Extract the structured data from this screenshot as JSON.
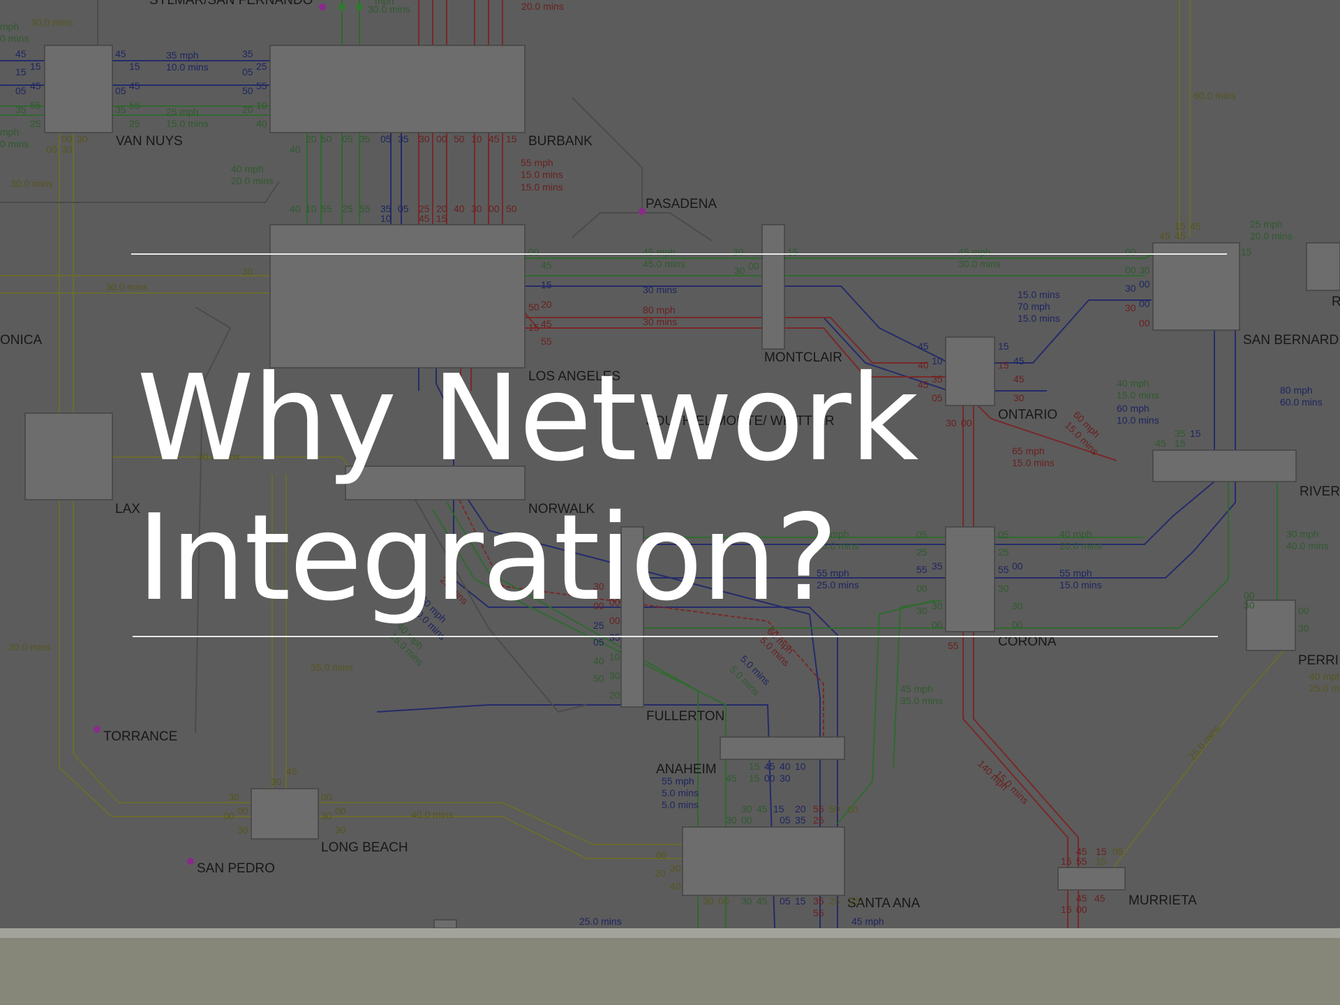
{
  "slide": {
    "title_line1": "Why Network",
    "title_line2": "Integration?"
  },
  "map": {
    "stations": [
      {
        "id": "sylmar",
        "label": "SYLMAR/SAN FERNANDO"
      },
      {
        "id": "van-nuys",
        "label": "VAN NUYS"
      },
      {
        "id": "burbank",
        "label": "BURBANK"
      },
      {
        "id": "pasadena",
        "label": "PASADENA"
      },
      {
        "id": "los-angeles",
        "label": "LOS ANGELES"
      },
      {
        "id": "montclair",
        "label": "MONTCLAIR"
      },
      {
        "id": "ontario",
        "label": "ONTARIO"
      },
      {
        "id": "san-bernardino",
        "label": "SAN BERNARD"
      },
      {
        "id": "riverside",
        "label": "RIVER"
      },
      {
        "id": "south-el-monte",
        "label": "SOUTH EL MONTE/ WHITTIER"
      },
      {
        "id": "norwalk",
        "label": "NORWALK"
      },
      {
        "id": "lax",
        "label": "LAX"
      },
      {
        "id": "santa-monica",
        "label": "ONICA"
      },
      {
        "id": "torrance",
        "label": "TORRANCE"
      },
      {
        "id": "long-beach",
        "label": "LONG BEACH"
      },
      {
        "id": "san-pedro",
        "label": "SAN PEDRO"
      },
      {
        "id": "fullerton",
        "label": "FULLERTON"
      },
      {
        "id": "anaheim",
        "label": "ANAHEIM"
      },
      {
        "id": "santa-ana",
        "label": "SANTA ANA"
      },
      {
        "id": "corona",
        "label": "CORONA"
      },
      {
        "id": "perris",
        "label": "PERRI"
      },
      {
        "id": "murrieta",
        "label": "MURRIETA"
      },
      {
        "id": "r-edge",
        "label": "R"
      }
    ],
    "annotations": [
      {
        "id": "a1",
        "text": "30.0 mins"
      },
      {
        "id": "a2",
        "text": "20.0 mins"
      },
      {
        "id": "a3",
        "text": "35 mph"
      },
      {
        "id": "a4",
        "text": "10.0 mins"
      },
      {
        "id": "a5",
        "text": "25 mph"
      },
      {
        "id": "a6",
        "text": "15.0 mins"
      },
      {
        "id": "a7",
        "text": "40 mph"
      },
      {
        "id": "a8",
        "text": "20.0  mins"
      },
      {
        "id": "a9",
        "text": "30.0 mins"
      },
      {
        "id": "a10",
        "text": "55 mph"
      },
      {
        "id": "a11",
        "text": "15.0 mins"
      },
      {
        "id": "a12",
        "text": "15.0 mins"
      },
      {
        "id": "a13",
        "text": "60.0 mins"
      },
      {
        "id": "a14",
        "text": "25 mph"
      },
      {
        "id": "a15",
        "text": "20.0 mins"
      },
      {
        "id": "a16",
        "text": "45 mph"
      },
      {
        "id": "a17",
        "text": "45.0 mins"
      },
      {
        "id": "a18",
        "text": "45 mph"
      },
      {
        "id": "a19",
        "text": "30.0 mins"
      },
      {
        "id": "a20",
        "text": "30.0 mins"
      },
      {
        "id": "a21",
        "text": "30 mins"
      },
      {
        "id": "a22",
        "text": "80 mph"
      },
      {
        "id": "a23",
        "text": "30 mins"
      },
      {
        "id": "a24",
        "text": "15.0 mins"
      },
      {
        "id": "a25",
        "text": "70 mph"
      },
      {
        "id": "a26",
        "text": "15.0 mins"
      },
      {
        "id": "a27",
        "text": "40 mph"
      },
      {
        "id": "a28",
        "text": "15.0 mins"
      },
      {
        "id": "a29",
        "text": "60 mph"
      },
      {
        "id": "a30",
        "text": "10.0 mins"
      },
      {
        "id": "a31",
        "text": "80 mph"
      },
      {
        "id": "a32",
        "text": "60.0 mins"
      },
      {
        "id": "a33",
        "text": "65 mph"
      },
      {
        "id": "a34",
        "text": "15.0 mins"
      },
      {
        "id": "a35",
        "text": "30.0 mins"
      },
      {
        "id": "a36",
        "text": "55 mph"
      },
      {
        "id": "a37",
        "text": "25.0 mins"
      },
      {
        "id": "a38",
        "text": "40 mph"
      },
      {
        "id": "a39",
        "text": "20.0 mins"
      },
      {
        "id": "a40",
        "text": "55 mph"
      },
      {
        "id": "a41",
        "text": "25.0 mins"
      },
      {
        "id": "a42",
        "text": "55 mph"
      },
      {
        "id": "a43",
        "text": "15.0 mins"
      },
      {
        "id": "a44",
        "text": "30 mph"
      },
      {
        "id": "a45",
        "text": "40.0 mins"
      },
      {
        "id": "a46",
        "text": "30.0 mins"
      },
      {
        "id": "a47",
        "text": "35.0 mins"
      },
      {
        "id": "a48",
        "text": "45 mph"
      },
      {
        "id": "a49",
        "text": "35.0 mins"
      },
      {
        "id": "a50",
        "text": "55 mph"
      },
      {
        "id": "a51",
        "text": "5.0 mins"
      },
      {
        "id": "a52",
        "text": "5.0 mins"
      },
      {
        "id": "a53",
        "text": "40.0 mins"
      },
      {
        "id": "a54",
        "text": "45 mph"
      },
      {
        "id": "a55",
        "text": "40 mph"
      },
      {
        "id": "a56",
        "text": "25.0 mins"
      },
      {
        "id": "a57",
        "text": "25.0 mins"
      },
      {
        "id": "a58",
        "text": "140 mph"
      },
      {
        "id": "a59",
        "text": "15.0 mins"
      },
      {
        "id": "a60",
        "text": "60 mph"
      },
      {
        "id": "a61",
        "text": "15.0 mins"
      },
      {
        "id": "a62",
        "text": "60 mph"
      },
      {
        "id": "a63",
        "text": "5.0 mins"
      },
      {
        "id": "a64",
        "text": "5.0 mins"
      },
      {
        "id": "a65",
        "text": "5.0 mins"
      },
      {
        "id": "a66",
        "text": "20 mins"
      },
      {
        "id": "a67",
        "text": "60 mph"
      },
      {
        "id": "a68",
        "text": "10.0 mins"
      },
      {
        "id": "a69",
        "text": "40 mph"
      },
      {
        "id": "a70",
        "text": "15.0 mins"
      },
      {
        "id": "a71",
        "text": "30.0 mins"
      },
      {
        "id": "a72",
        "text": "mph"
      },
      {
        "id": "a73",
        "text": "0 mins"
      },
      {
        "id": "a74",
        "text": "mph"
      },
      {
        "id": "a75",
        "text": "0 mins"
      },
      {
        "id": "a76",
        "text": "25.0 mins"
      },
      {
        "id": "a77",
        "text": "mph"
      }
    ],
    "minute_labels": [
      {
        "id": "m1",
        "text": "45"
      },
      {
        "id": "m2",
        "text": "15"
      },
      {
        "id": "m3",
        "text": "45"
      },
      {
        "id": "m4",
        "text": "55"
      },
      {
        "id": "m5",
        "text": "25"
      },
      {
        "id": "m6",
        "text": "15"
      },
      {
        "id": "m7",
        "text": "05"
      },
      {
        "id": "m8",
        "text": "35"
      },
      {
        "id": "m9",
        "text": "45"
      },
      {
        "id": "m10",
        "text": "15"
      },
      {
        "id": "m11",
        "text": "45"
      },
      {
        "id": "m12",
        "text": "05"
      },
      {
        "id": "m13",
        "text": "55"
      },
      {
        "id": "m14",
        "text": "35"
      },
      {
        "id": "m15",
        "text": "25"
      },
      {
        "id": "m16",
        "text": "35"
      },
      {
        "id": "m17",
        "text": "25"
      },
      {
        "id": "m18",
        "text": "05"
      },
      {
        "id": "m19",
        "text": "55"
      },
      {
        "id": "m20",
        "text": "50"
      },
      {
        "id": "m21",
        "text": "10"
      },
      {
        "id": "m22",
        "text": "20"
      },
      {
        "id": "m23",
        "text": "40"
      },
      {
        "id": "m24",
        "text": "00"
      },
      {
        "id": "m25",
        "text": "30"
      },
      {
        "id": "m26",
        "text": "00"
      },
      {
        "id": "m27",
        "text": "30"
      },
      {
        "id": "m28",
        "text": "20"
      },
      {
        "id": "m29",
        "text": "50"
      },
      {
        "id": "m30",
        "text": "05"
      },
      {
        "id": "m31",
        "text": "35"
      },
      {
        "id": "m32",
        "text": "05"
      },
      {
        "id": "m33",
        "text": "35"
      },
      {
        "id": "m34",
        "text": "40"
      },
      {
        "id": "m35",
        "text": "30"
      },
      {
        "id": "m36",
        "text": "00"
      },
      {
        "id": "m37",
        "text": "50"
      },
      {
        "id": "m38",
        "text": "10"
      },
      {
        "id": "m39",
        "text": "45"
      },
      {
        "id": "m40",
        "text": "15"
      },
      {
        "id": "m41",
        "text": "40"
      },
      {
        "id": "m42",
        "text": "10"
      },
      {
        "id": "m43",
        "text": "55"
      },
      {
        "id": "m44",
        "text": "25"
      },
      {
        "id": "m45",
        "text": "55"
      },
      {
        "id": "m46",
        "text": "35"
      },
      {
        "id": "m47",
        "text": "05"
      },
      {
        "id": "m48",
        "text": "25"
      },
      {
        "id": "m49",
        "text": "20"
      },
      {
        "id": "m50",
        "text": "40"
      },
      {
        "id": "m51",
        "text": "30"
      },
      {
        "id": "m52",
        "text": "00"
      },
      {
        "id": "m53",
        "text": "50"
      },
      {
        "id": "m54",
        "text": "10"
      },
      {
        "id": "m55",
        "text": "45"
      },
      {
        "id": "m56",
        "text": "15"
      },
      {
        "id": "m57",
        "text": "00"
      },
      {
        "id": "m58",
        "text": "30"
      },
      {
        "id": "m59",
        "text": "45"
      },
      {
        "id": "m60",
        "text": "15"
      },
      {
        "id": "m61",
        "text": "50"
      },
      {
        "id": "m62",
        "text": "20"
      },
      {
        "id": "m63",
        "text": "15"
      },
      {
        "id": "m64",
        "text": "45"
      },
      {
        "id": "m65",
        "text": "55"
      },
      {
        "id": "m66",
        "text": "30"
      },
      {
        "id": "m67",
        "text": "00"
      },
      {
        "id": "m68",
        "text": "30"
      },
      {
        "id": "m69",
        "text": "15"
      },
      {
        "id": "m70",
        "text": "45"
      },
      {
        "id": "m71",
        "text": "10"
      },
      {
        "id": "m72",
        "text": "40"
      },
      {
        "id": "m73",
        "text": "35"
      },
      {
        "id": "m74",
        "text": "45"
      },
      {
        "id": "m75",
        "text": "05"
      },
      {
        "id": "m76",
        "text": "30"
      },
      {
        "id": "m77",
        "text": "00"
      },
      {
        "id": "m78",
        "text": "15"
      },
      {
        "id": "m79",
        "text": "45"
      },
      {
        "id": "m80",
        "text": "15"
      },
      {
        "id": "m81",
        "text": "45"
      },
      {
        "id": "m82",
        "text": "30"
      },
      {
        "id": "m83",
        "text": "00"
      },
      {
        "id": "m84",
        "text": "30"
      },
      {
        "id": "m85",
        "text": "00"
      },
      {
        "id": "m86",
        "text": "00"
      },
      {
        "id": "m87",
        "text": "30"
      },
      {
        "id": "m88",
        "text": "00"
      },
      {
        "id": "m89",
        "text": "30"
      },
      {
        "id": "m90",
        "text": "00"
      },
      {
        "id": "m91",
        "text": "15"
      },
      {
        "id": "m92",
        "text": "45"
      },
      {
        "id": "m93",
        "text": "15"
      },
      {
        "id": "m94",
        "text": "45"
      },
      {
        "id": "m95",
        "text": "45"
      },
      {
        "id": "m96",
        "text": "15"
      },
      {
        "id": "m97",
        "text": "15"
      },
      {
        "id": "m98",
        "text": "45"
      },
      {
        "id": "m99",
        "text": "35"
      },
      {
        "id": "m100",
        "text": "05"
      },
      {
        "id": "m101",
        "text": "25"
      },
      {
        "id": "m102",
        "text": "55"
      },
      {
        "id": "m103",
        "text": "35"
      },
      {
        "id": "m104",
        "text": "05"
      },
      {
        "id": "m105",
        "text": "25"
      },
      {
        "id": "m106",
        "text": "55"
      },
      {
        "id": "m107",
        "text": "00"
      },
      {
        "id": "m108",
        "text": "30"
      },
      {
        "id": "m109",
        "text": "00"
      },
      {
        "id": "m110",
        "text": "30"
      },
      {
        "id": "m111",
        "text": "00"
      },
      {
        "id": "m112",
        "text": "30"
      },
      {
        "id": "m113",
        "text": "00"
      },
      {
        "id": "m114",
        "text": "30"
      },
      {
        "id": "m115",
        "text": "55"
      },
      {
        "id": "m116",
        "text": "25"
      },
      {
        "id": "m117",
        "text": "05"
      },
      {
        "id": "m118",
        "text": "35"
      },
      {
        "id": "m119",
        "text": "40"
      },
      {
        "id": "m120",
        "text": "10"
      },
      {
        "id": "m121",
        "text": "50"
      },
      {
        "id": "m122",
        "text": "20"
      },
      {
        "id": "m123",
        "text": "30"
      },
      {
        "id": "m124",
        "text": "00"
      },
      {
        "id": "m125",
        "text": "30"
      },
      {
        "id": "m126",
        "text": "00"
      },
      {
        "id": "m127",
        "text": "00"
      },
      {
        "id": "m128",
        "text": "30"
      },
      {
        "id": "m129",
        "text": "00"
      },
      {
        "id": "m130",
        "text": "00"
      },
      {
        "id": "m131",
        "text": "30"
      },
      {
        "id": "m132",
        "text": "00"
      },
      {
        "id": "m133",
        "text": "30"
      },
      {
        "id": "m134",
        "text": "00"
      },
      {
        "id": "m135",
        "text": "30"
      },
      {
        "id": "m136",
        "text": "40"
      },
      {
        "id": "m137",
        "text": "20"
      },
      {
        "id": "m138",
        "text": "30"
      },
      {
        "id": "m139",
        "text": "00"
      },
      {
        "id": "m140",
        "text": "30"
      },
      {
        "id": "m141",
        "text": "45"
      },
      {
        "id": "m142",
        "text": "15"
      },
      {
        "id": "m143",
        "text": "45"
      },
      {
        "id": "m144",
        "text": "15"
      },
      {
        "id": "m145",
        "text": "55"
      },
      {
        "id": "m146",
        "text": "05"
      },
      {
        "id": "m147",
        "text": "15"
      },
      {
        "id": "m148",
        "text": "45"
      },
      {
        "id": "m149",
        "text": "45"
      },
      {
        "id": "m150",
        "text": "15"
      },
      {
        "id": "m151",
        "text": "00"
      },
      {
        "id": "m152",
        "text": "30"
      },
      {
        "id": "m153",
        "text": "00"
      },
      {
        "id": "m154",
        "text": "30"
      },
      {
        "id": "m155",
        "text": "45"
      },
      {
        "id": "m156",
        "text": "15"
      },
      {
        "id": "m157",
        "text": "05"
      },
      {
        "id": "m158",
        "text": "35"
      },
      {
        "id": "m159",
        "text": "55"
      },
      {
        "id": "m160",
        "text": "25"
      },
      {
        "id": "m161",
        "text": "25"
      },
      {
        "id": "m162",
        "text": "00"
      },
      {
        "id": "m163",
        "text": "30"
      },
      {
        "id": "m164",
        "text": "00"
      },
      {
        "id": "m165",
        "text": "30"
      },
      {
        "id": "m166",
        "text": "45"
      },
      {
        "id": "m167",
        "text": "15"
      },
      {
        "id": "m168",
        "text": "05"
      },
      {
        "id": "m169",
        "text": "35"
      },
      {
        "id": "m170",
        "text": "55"
      },
      {
        "id": "m171",
        "text": "25"
      },
      {
        "id": "m172",
        "text": "50"
      },
      {
        "id": "m173",
        "text": "20"
      },
      {
        "id": "m174",
        "text": "30"
      },
      {
        "id": "m175",
        "text": "00"
      },
      {
        "id": "m176",
        "text": "10"
      },
      {
        "id": "m177",
        "text": "40"
      },
      {
        "id": "m178",
        "text": "45"
      },
      {
        "id": "m179",
        "text": "15"
      },
      {
        "id": "m180",
        "text": "15"
      },
      {
        "id": "m181",
        "text": "45"
      },
      {
        "id": "m182",
        "text": "00"
      },
      {
        "id": "m183",
        "text": "30"
      },
      {
        "id": "m184",
        "text": "00"
      },
      {
        "id": "m185",
        "text": "30"
      }
    ]
  }
}
